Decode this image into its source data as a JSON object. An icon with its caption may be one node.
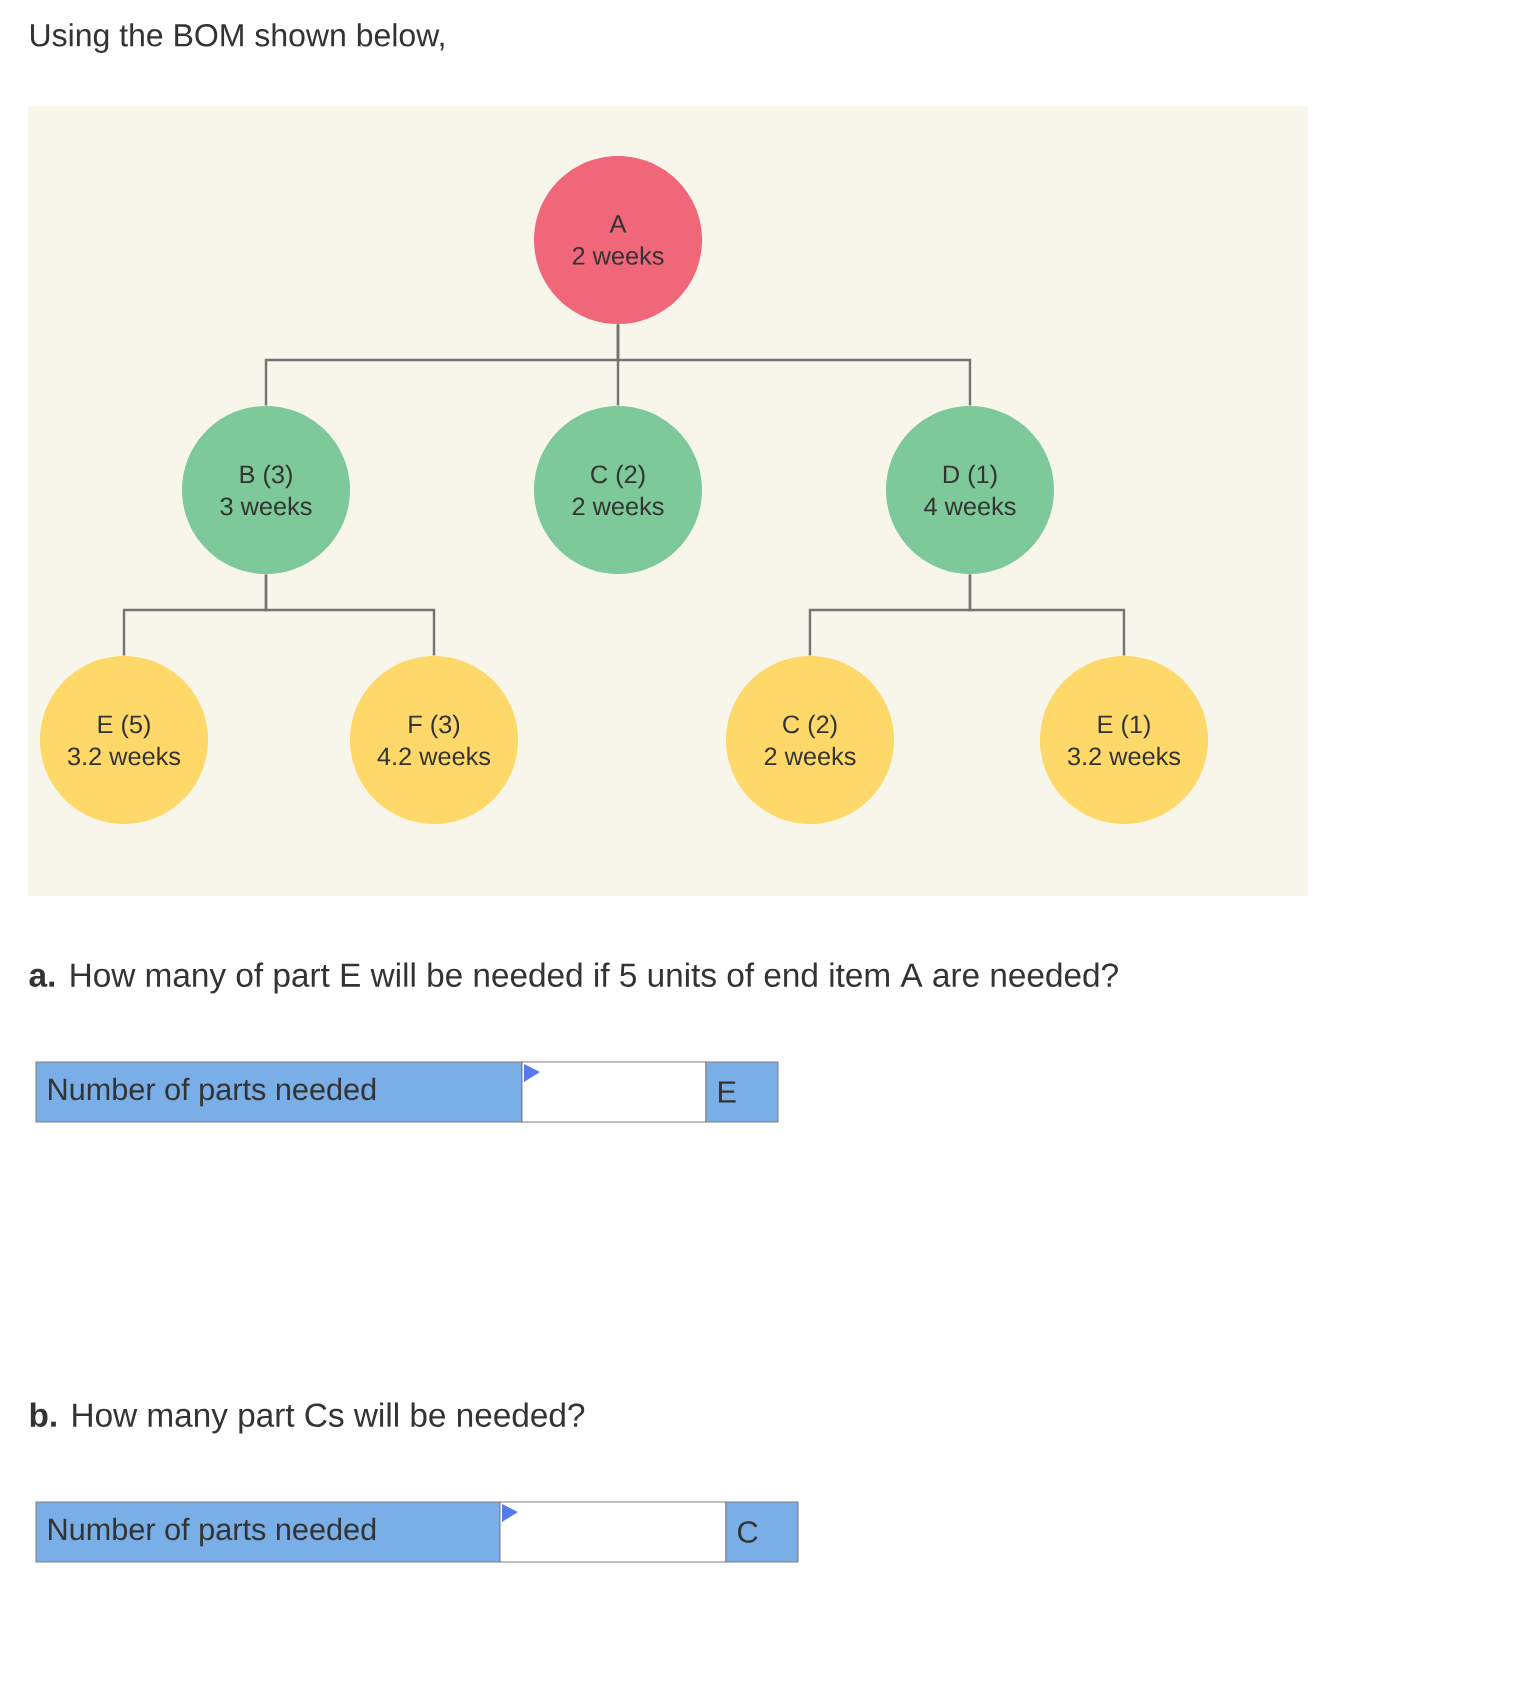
{
  "diagram": {
    "nodes": [
      {
        "text": [
          "A",
          "2 weeks"
        ]
      },
      {
        "text": [
          "B (3)",
          "3 weeks"
        ]
      },
      {
        "text": [
          "C (2)",
          "2 weeks"
        ]
      },
      {
        "text": [
          "D (1)",
          "4 weeks"
        ]
      },
      {
        "text": [
          "E (5)",
          "3.2 weeks"
        ]
      },
      {
        "text": [
          "F (3)",
          "4.2 weeks"
        ]
      },
      {
        "text": [
          "C (2)",
          "2 weeks"
        ]
      },
      {
        "text": [
          "E (1)",
          "3.2 weeks"
        ]
      }
    ],
    "edges": [
      {
        "from": 0,
        "to": 1,
        "arrow": "none"
      },
      {
        "from": 0,
        "to": 2,
        "arrow": "none"
      },
      {
        "from": 0,
        "to": 3,
        "arrow": "none"
      },
      {
        "from": 1,
        "to": 4,
        "arrow": "none"
      },
      {
        "from": 1,
        "to": 5,
        "arrow": "none"
      },
      {
        "from": 3,
        "to": 6,
        "arrow": "none"
      },
      {
        "from": 3,
        "to": 7,
        "arrow": "none"
      }
    ],
    "labels": [
      "Using the BOM shown below,",
      "**a.** How many of part E will be needed if 5 units of end item A are needed?",
      "Number of parts needed",
      "E",
      "**b.** How many part Cs will be needed?",
      "Number of parts needed",
      "C"
    ]
  }
}
